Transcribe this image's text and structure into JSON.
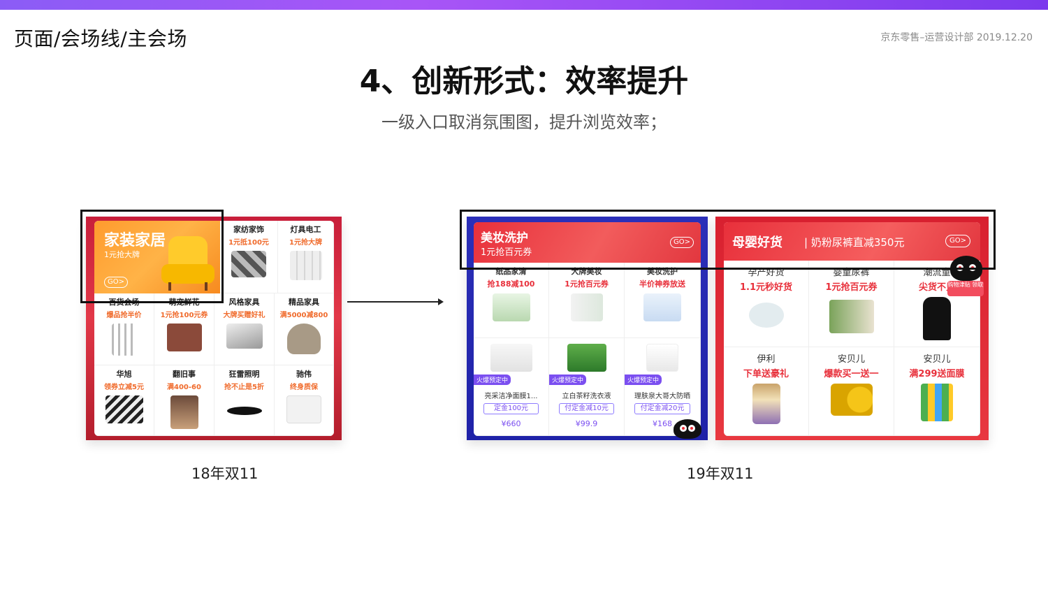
{
  "header": {
    "breadcrumb": "页面/会场线/主会场",
    "meta": "京东零售–运营设计部  2019.12.20",
    "title": "4、创新形式：效率提升",
    "subtitle": "一级入口取消氛围图，提升浏览效率；"
  },
  "colors": {
    "accent_top": "#8b5cf6",
    "brand_red": "#e8303b",
    "panel_blue": "#2b2fb8",
    "highlight": "#111111"
  },
  "panel18": {
    "feature": {
      "title": "家装家居",
      "subtitle": "1元抢大牌",
      "go": "GO>"
    },
    "top_items": [
      {
        "name": "家纺家饰",
        "promo": "1元抵100元"
      },
      {
        "name": "灯具电工",
        "promo": "1元抢大牌"
      }
    ],
    "row2": [
      {
        "name": "百货会场",
        "promo": "爆品抢半价"
      },
      {
        "name": "萌宠鲜花",
        "promo": "1元抢100元券"
      },
      {
        "name": "风格家具",
        "promo": "大牌买赠好礼"
      },
      {
        "name": "精品家具",
        "promo": "满5000减800"
      }
    ],
    "row3": [
      {
        "name": "华旭",
        "promo": "领券立减5元"
      },
      {
        "name": "翻旧事",
        "promo": "满400-60"
      },
      {
        "name": "狂雷照明",
        "promo": "抢不止是5折"
      },
      {
        "name": "驰伟",
        "promo": "终身质保"
      }
    ]
  },
  "panel19a": {
    "header": {
      "title": "美妆洗护",
      "subtitle": "1元抢百元券",
      "go": "GO>"
    },
    "row1": [
      {
        "name": "纸品家清",
        "promo": "抢188减100"
      },
      {
        "name": "大牌美妆",
        "promo": "1元抢百元券"
      },
      {
        "name": "美妆洗护",
        "promo": "半价神券放送"
      }
    ],
    "row2": [
      {
        "badge": "火爆预定中",
        "product": "亮采洁净面膜1...",
        "deposit": "定金100元",
        "price": "¥660"
      },
      {
        "badge": "火爆预定中",
        "product": "立白茶籽洗衣液",
        "deposit": "付定金减10元",
        "price": "¥99.9"
      },
      {
        "badge": "火爆预定中",
        "product": "理肤泉大哥大防晒",
        "deposit": "付定金减20元",
        "price": "¥168"
      }
    ]
  },
  "panel19b": {
    "header": {
      "title": "母婴好货",
      "subtitle": "| 奶粉尿裤直减350元",
      "go": "GO>"
    },
    "row1": [
      {
        "name": "孕产好货",
        "promo": "1.1元秒好货"
      },
      {
        "name": "婴童尿裤",
        "promo": "1元抢百元券"
      },
      {
        "name": "潮流童",
        "promo": "尖货不只"
      }
    ],
    "row2": [
      {
        "name": "伊利",
        "promo": "下单送豪礼"
      },
      {
        "name": "安贝儿",
        "promo": "爆款买一送一"
      },
      {
        "name": "安贝儿",
        "promo": "满299送面膜"
      }
    ],
    "sticker": "购物津贴 领取"
  },
  "captions": {
    "left": "18年双11",
    "right": "19年双11"
  }
}
